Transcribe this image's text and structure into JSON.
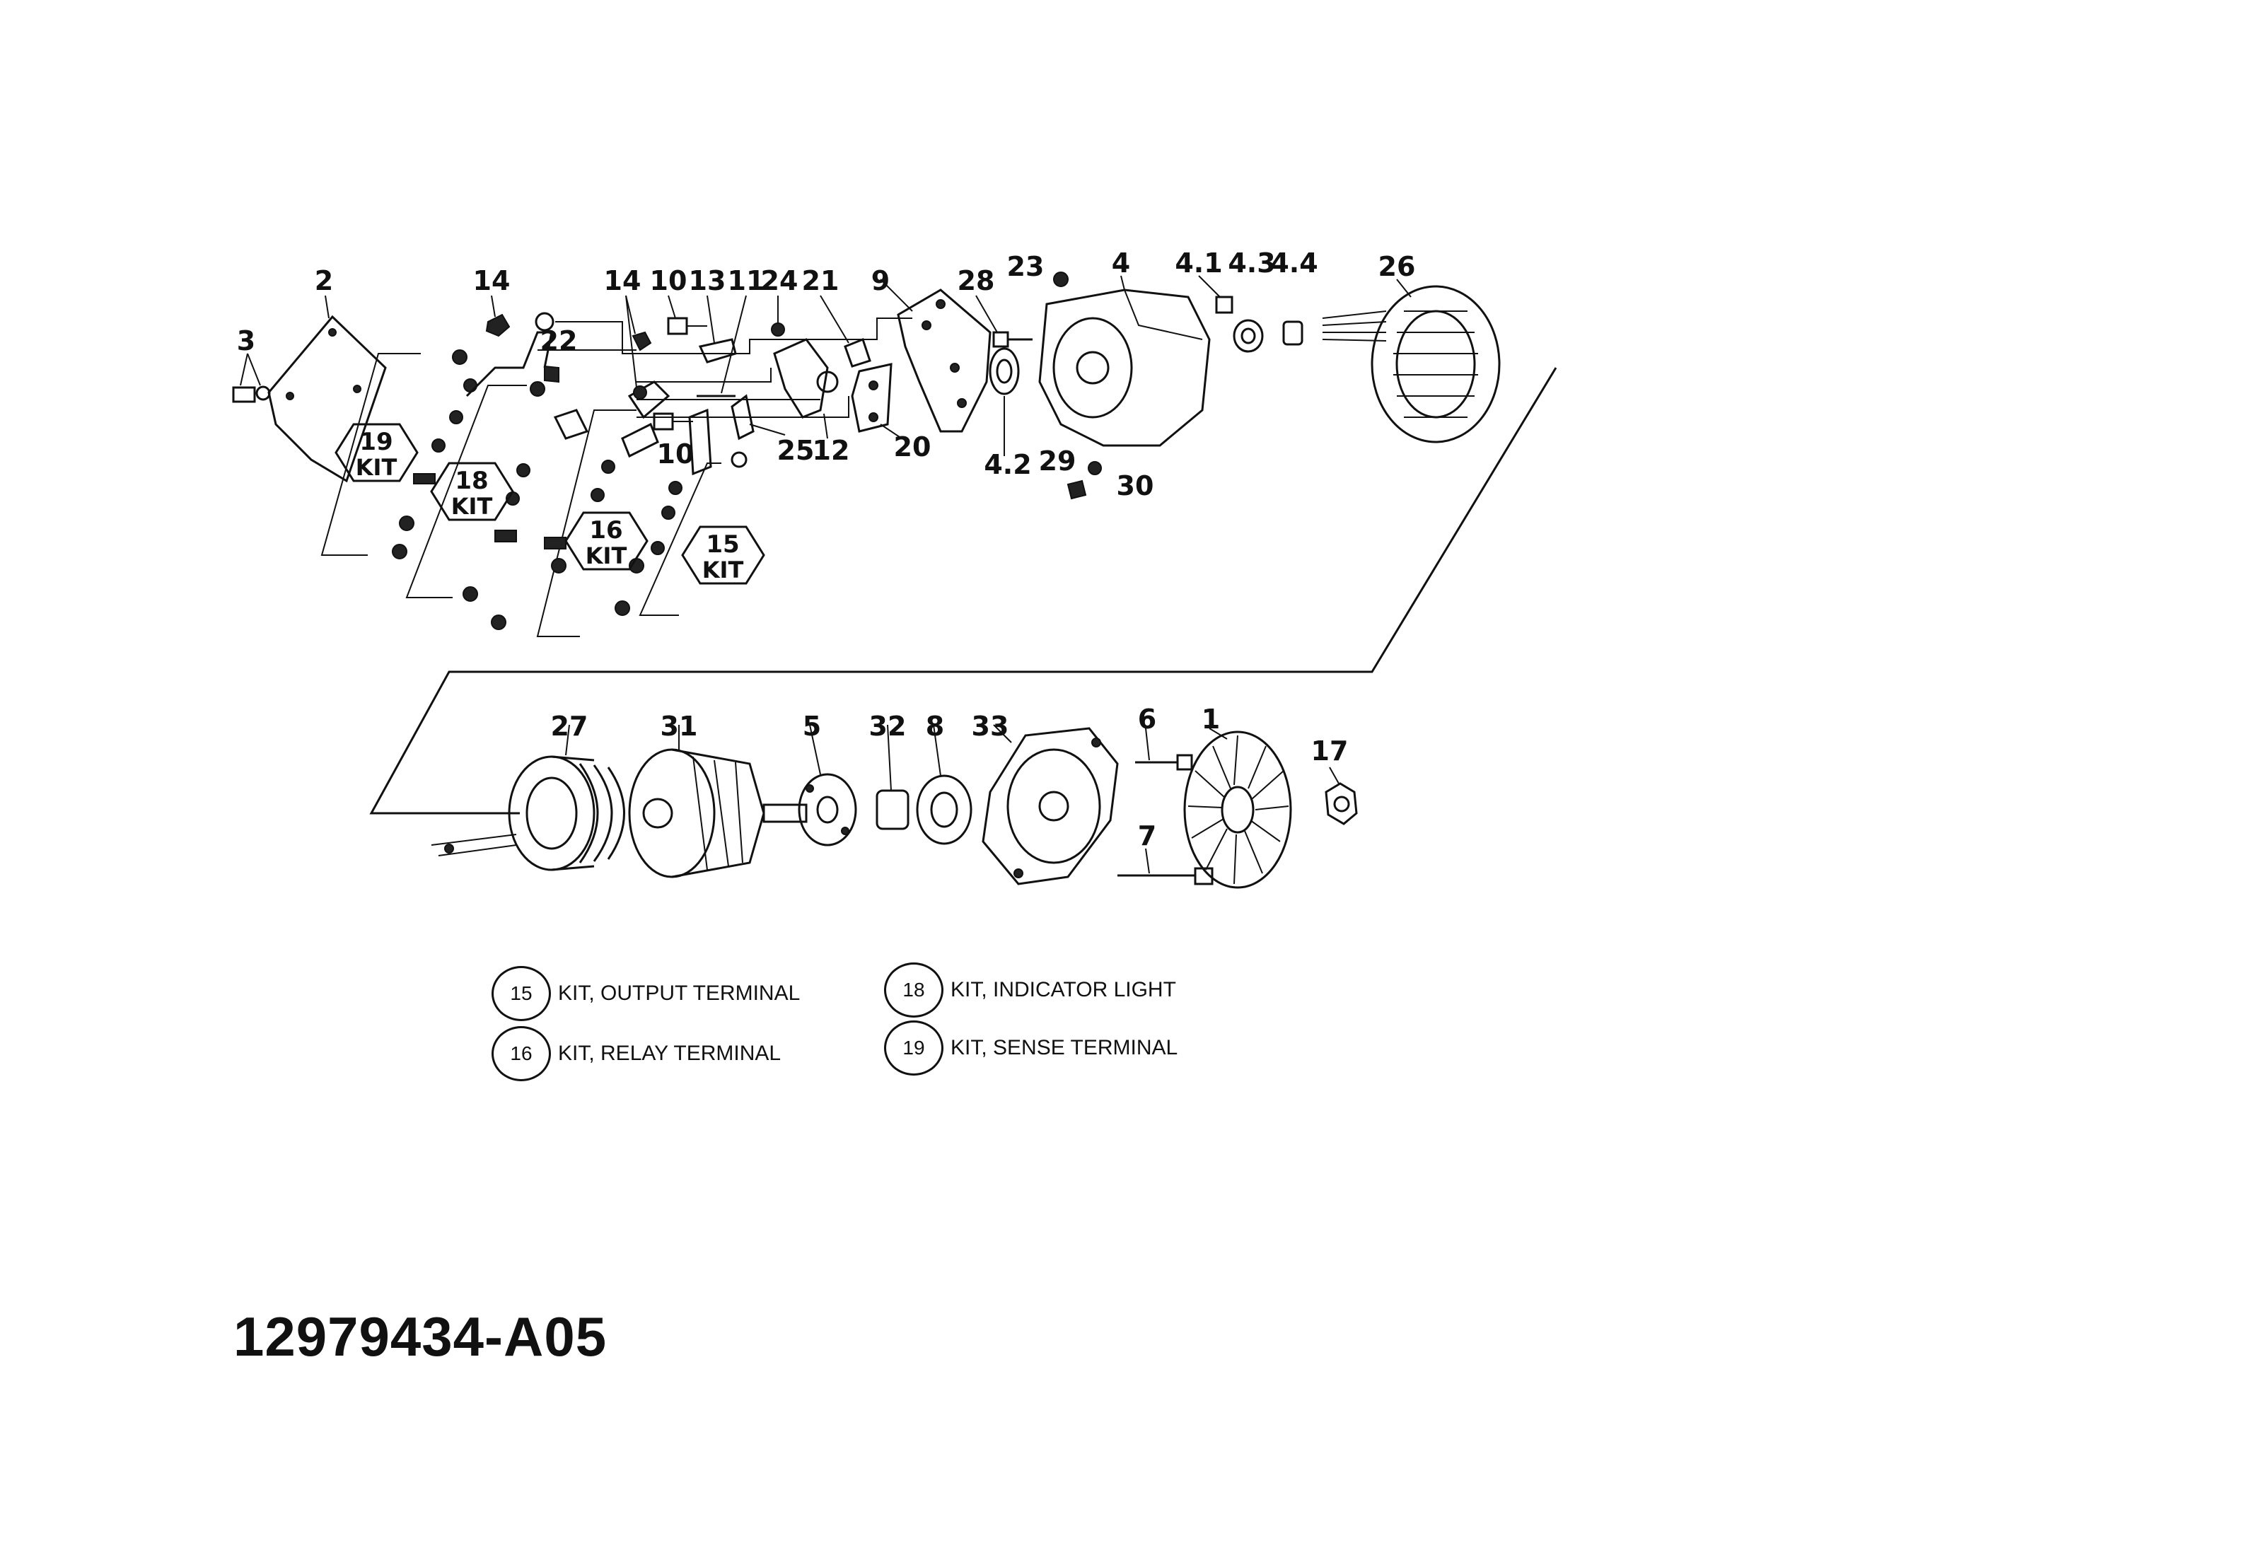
{
  "callouts": {
    "c1": "1",
    "c2": "2",
    "c3": "3",
    "c4": "4",
    "c4_1": "4.1",
    "c4_2": "4.2",
    "c4_3": "4.3",
    "c4_4": "4.4",
    "c5": "5",
    "c6": "6",
    "c7": "7",
    "c8": "8",
    "c9": "9",
    "c10a": "10",
    "c10b": "10",
    "c11": "11",
    "c12": "12",
    "c13": "13",
    "c14a": "14",
    "c14b": "14",
    "c17": "17",
    "c20": "20",
    "c21": "21",
    "c22": "22",
    "c23": "23",
    "c24": "24",
    "c25": "25",
    "c26": "26",
    "c27": "27",
    "c28": "28",
    "c29": "29",
    "c30": "30",
    "c31": "31",
    "c32": "32",
    "c33": "33"
  },
  "kit_tags": [
    {
      "number": "19",
      "text": "KIT"
    },
    {
      "number": "18",
      "text": "KIT"
    },
    {
      "number": "16",
      "text": "KIT"
    },
    {
      "number": "15",
      "text": "KIT"
    }
  ],
  "legend": [
    {
      "number": "15",
      "label": "KIT, OUTPUT TERMINAL"
    },
    {
      "number": "16",
      "label": "KIT, RELAY TERMINAL"
    },
    {
      "number": "18",
      "label": "KIT, INDICATOR LIGHT"
    },
    {
      "number": "19",
      "label": "KIT, SENSE TERMINAL"
    }
  ],
  "drawing_number": "12979434-A05"
}
